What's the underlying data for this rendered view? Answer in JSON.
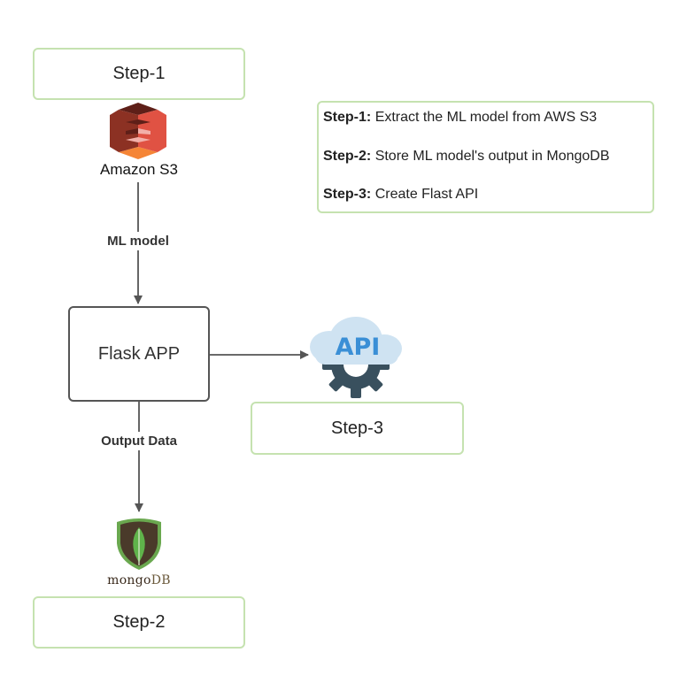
{
  "steps": {
    "step1": "Step-1",
    "step2": "Step-2",
    "step3": "Step-3"
  },
  "legend": {
    "items": [
      {
        "key": "Step-1:",
        "text": "Extract the ML model from AWS S3"
      },
      {
        "key": "Step-2:",
        "text": "Store ML model's output in MongoDB"
      },
      {
        "key": "Step-3:",
        "text": "Create Flast API"
      }
    ]
  },
  "nodes": {
    "flask": "Flask APP",
    "s3_caption": "Amazon S3",
    "mongo_caption_a": "mongo",
    "mongo_caption_b": "DB",
    "api_text": "API"
  },
  "edges": {
    "ml_model": "ML model",
    "output_data": "Output Data"
  },
  "icons": {
    "s3": "amazon-s3-icon",
    "mongodb": "mongodb-leaf-icon",
    "api": "api-cloud-gear-icon"
  },
  "colors": {
    "step_border": "#c5e2b0",
    "flask_border": "#555555",
    "arrow": "#555555",
    "s3_red_dark": "#8c3123",
    "s3_red": "#e05243",
    "mongo_green": "#4fa94d",
    "mongo_brown": "#4a3a2a",
    "api_cloud": "#cfe3f2",
    "api_text": "#3a8fd6",
    "api_gear": "#39505e"
  }
}
